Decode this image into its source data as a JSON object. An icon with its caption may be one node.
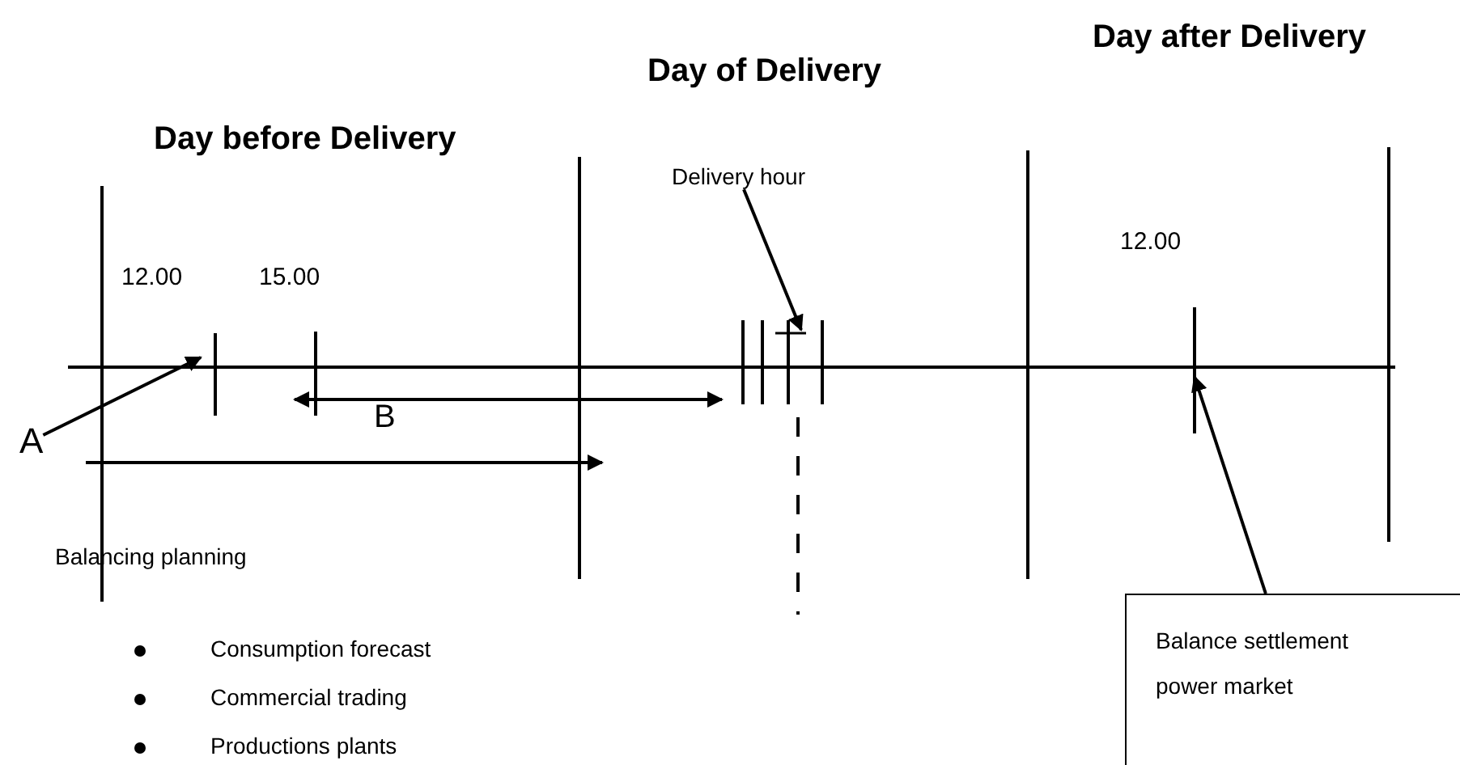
{
  "diagram": {
    "nodes": [
      {
        "text": [
          "A"
        ]
      },
      {
        "text": [
          "Delivery hour"
        ]
      },
      {
        "text": [
          "Balance settlement power market"
        ]
      }
    ],
    "edges": [
      {
        "from": 0,
        "to": null,
        "arrow": "to"
      },
      {
        "from": 1,
        "to": null,
        "arrow": "to"
      },
      {
        "from": 2,
        "to": null,
        "arrow": "to"
      }
    ],
    "labels": [
      "Day after Delivery",
      "Day of Delivery",
      "Day before Delivery",
      "12.00",
      "15.00",
      "12.00",
      "B",
      "Balancing planning",
      "Consumption forecast",
      "Commercial trading",
      "Productions plants"
    ]
  }
}
